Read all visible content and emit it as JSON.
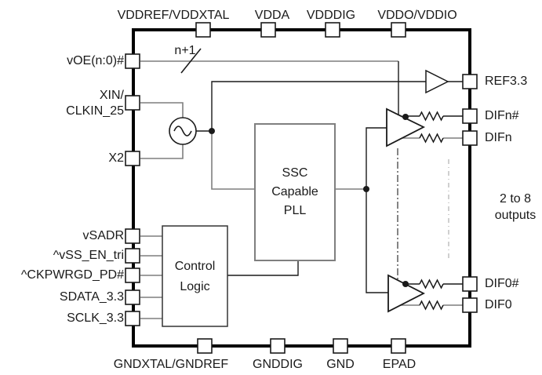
{
  "pins": {
    "top": [
      "VDDREF/VDDXTAL",
      "VDDA",
      "VDDDIG",
      "VDDO/VDDIO"
    ],
    "bottom": [
      "GNDXTAL/GNDREF",
      "GNDDIG",
      "GND",
      "EPAD"
    ],
    "left": [
      "vOE(n:0)#",
      "XIN/",
      "CLKIN_25",
      "X2",
      "vSADR",
      "^vSS_EN_tri",
      "^CKPWRGD_PD#",
      "SDATA_3.3",
      "SCLK_3.3"
    ],
    "right": [
      "REF3.3",
      "DIFn#",
      "DIFn",
      "DIF0#",
      "DIF0"
    ]
  },
  "blocks": {
    "pll": [
      "SSC",
      "Capable",
      "PLL"
    ],
    "control": [
      "Control",
      "Logic"
    ]
  },
  "annotations": {
    "bus_width": "n+1",
    "outputs_note_line1": "2 to 8",
    "outputs_note_line2": "outputs"
  },
  "icons": {
    "oscillator": "sine-source",
    "buffers": [
      "ref-output-buffer",
      "difn-output-buffer",
      "dif0-output-buffer"
    ],
    "resistors": 4
  },
  "colors": {
    "border": "#000000",
    "line_black": "#1a1a1a",
    "line_gray": "#7f7f7f",
    "repeat_dash": "#333333",
    "repeat_dash_light": "#b0b0b0",
    "background": "#ffffff"
  }
}
